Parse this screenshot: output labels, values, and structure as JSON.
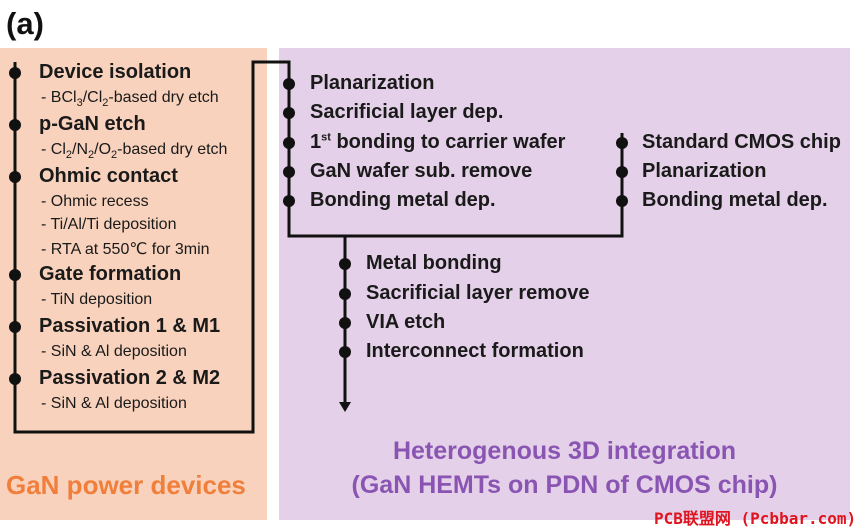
{
  "title": "(a)",
  "gan": {
    "label": "GaN power devices",
    "steps": [
      {
        "name": "Device isolation",
        "subs": [
          "- BCl₃/Cl₂-based dry etch"
        ]
      },
      {
        "name": "p-GaN etch",
        "subs": [
          "- Cl₂/N₂/O₂-based dry etch"
        ]
      },
      {
        "name": "Ohmic contact",
        "subs": [
          "- Ohmic recess",
          "- Ti/Al/Ti deposition",
          "- RTA at 550℃  for 3min"
        ]
      },
      {
        "name": "Gate formation",
        "subs": [
          "- TiN deposition"
        ]
      },
      {
        "name": "Passivation 1 & M1",
        "subs": [
          "- SiN & Al deposition"
        ]
      },
      {
        "name": "Passivation 2 & M2",
        "subs": [
          "- SiN & Al deposition"
        ]
      }
    ]
  },
  "hemt_steps": [
    "Planarization",
    "Sacrificial layer dep.",
    "1st bonding to carrier wafer",
    "GaN wafer sub. remove",
    "Bonding metal dep."
  ],
  "cmos_steps": [
    "Standard CMOS chip",
    "Planarization",
    "Bonding metal dep."
  ],
  "merged_steps": [
    "Metal bonding",
    "Sacrificial layer remove",
    "VIA etch",
    "Interconnect formation"
  ],
  "integration": {
    "line1": "Heterogenous 3D integration",
    "line2": "(GaN HEMTs on PDN of CMOS chip)"
  },
  "watermark": "PCB联盟网 (Pcbbar.com)"
}
